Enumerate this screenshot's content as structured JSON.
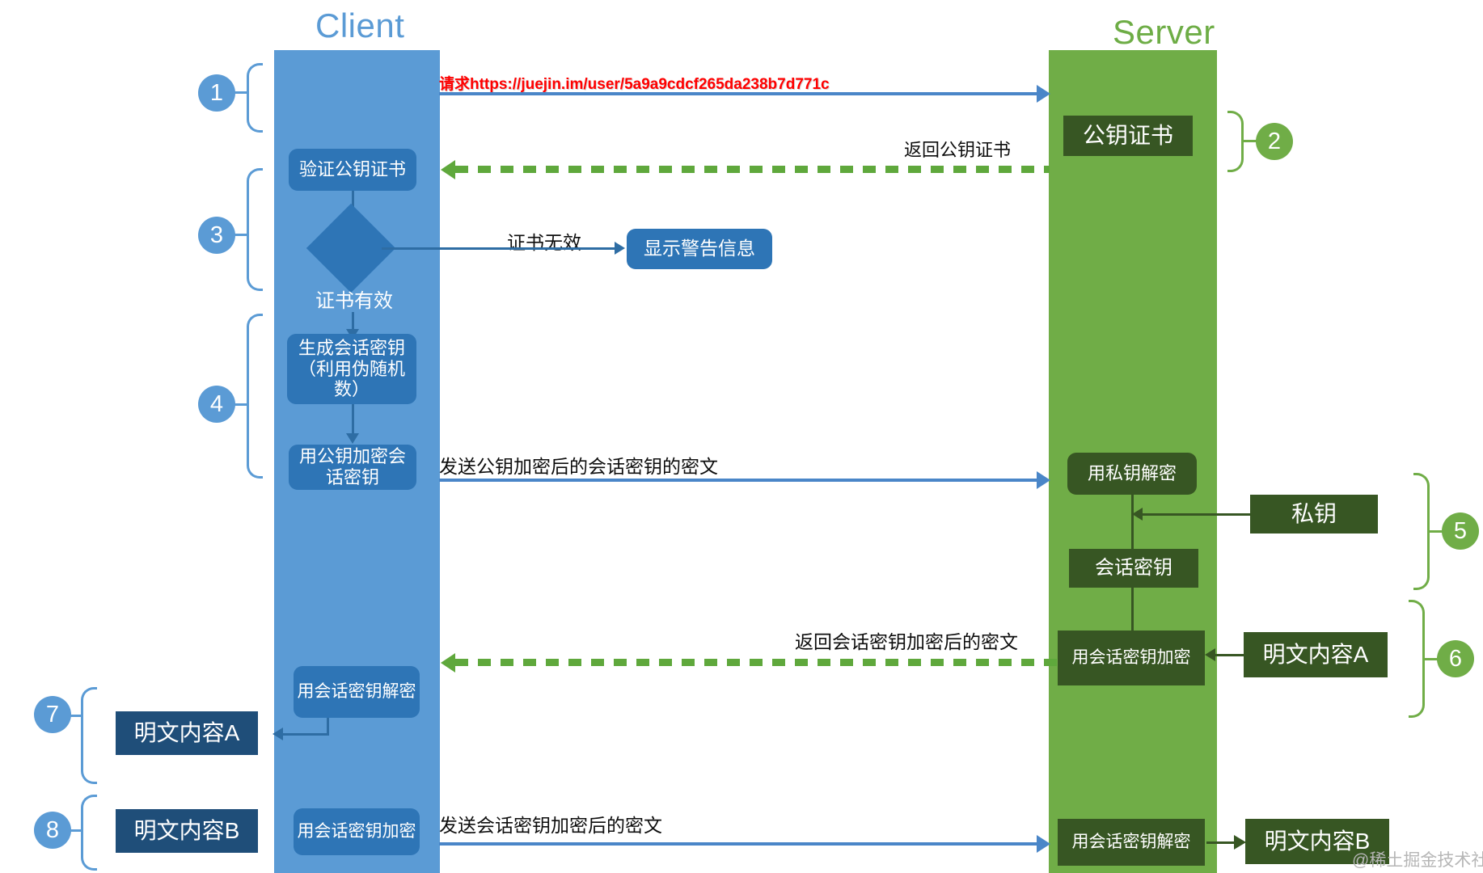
{
  "diagram": {
    "title_client": "Client",
    "title_server": "Server",
    "watermark": "@稀土掘金技术社区",
    "colors": {
      "client_lane": "#5B9BD5",
      "server_lane": "#70AD47",
      "client_box": "#2E75B6",
      "server_box": "#375623",
      "plaintext_box": "#1F4E79",
      "request_text": "#FF0000",
      "return_arrow": "#5FA83C",
      "request_arrow": "#4A86C8"
    }
  },
  "steps": [
    {
      "number": "1",
      "side": "client"
    },
    {
      "number": "2",
      "side": "server"
    },
    {
      "number": "3",
      "side": "client"
    },
    {
      "number": "4",
      "side": "client"
    },
    {
      "number": "5",
      "side": "server"
    },
    {
      "number": "6",
      "side": "server"
    },
    {
      "number": "7",
      "side": "client"
    },
    {
      "number": "8",
      "side": "client"
    }
  ],
  "client_nodes": {
    "verify_cert": "验证公钥证书",
    "decision_label": "证书有效",
    "gen_session_key": "生成会话密钥\n（利用伪随机数）",
    "encrypt_with_pubkey": "用公钥加密会话密钥",
    "decrypt_with_session_key": "用会话密钥解密",
    "plaintext_a": "明文内容A",
    "plaintext_b": "明文内容B",
    "encrypt_with_session_key": "用会话密钥加密",
    "show_warning": "显示警告信息"
  },
  "server_nodes": {
    "public_key_cert": "公钥证书",
    "decrypt_with_privkey": "用私钥解密",
    "private_key": "私钥",
    "session_key": "会话密钥",
    "encrypt_with_session_key": "用会话密钥加密",
    "plaintext_a": "明文内容A",
    "decrypt_with_session_key": "用会话密钥解密",
    "plaintext_b": "明文内容B"
  },
  "edge_labels": {
    "request_url": "请求https://juejin.im/user/5a9a9cdcf265da238b7d771c",
    "return_cert": "返回公钥证书",
    "cert_invalid": "证书无效",
    "send_encrypted_session_key": "发送公钥加密后的会话密钥的密文",
    "return_encrypted_with_session_key": "返回会话密钥加密后的密文",
    "send_encrypted_with_session_key": "发送会话密钥加密后的密文"
  }
}
